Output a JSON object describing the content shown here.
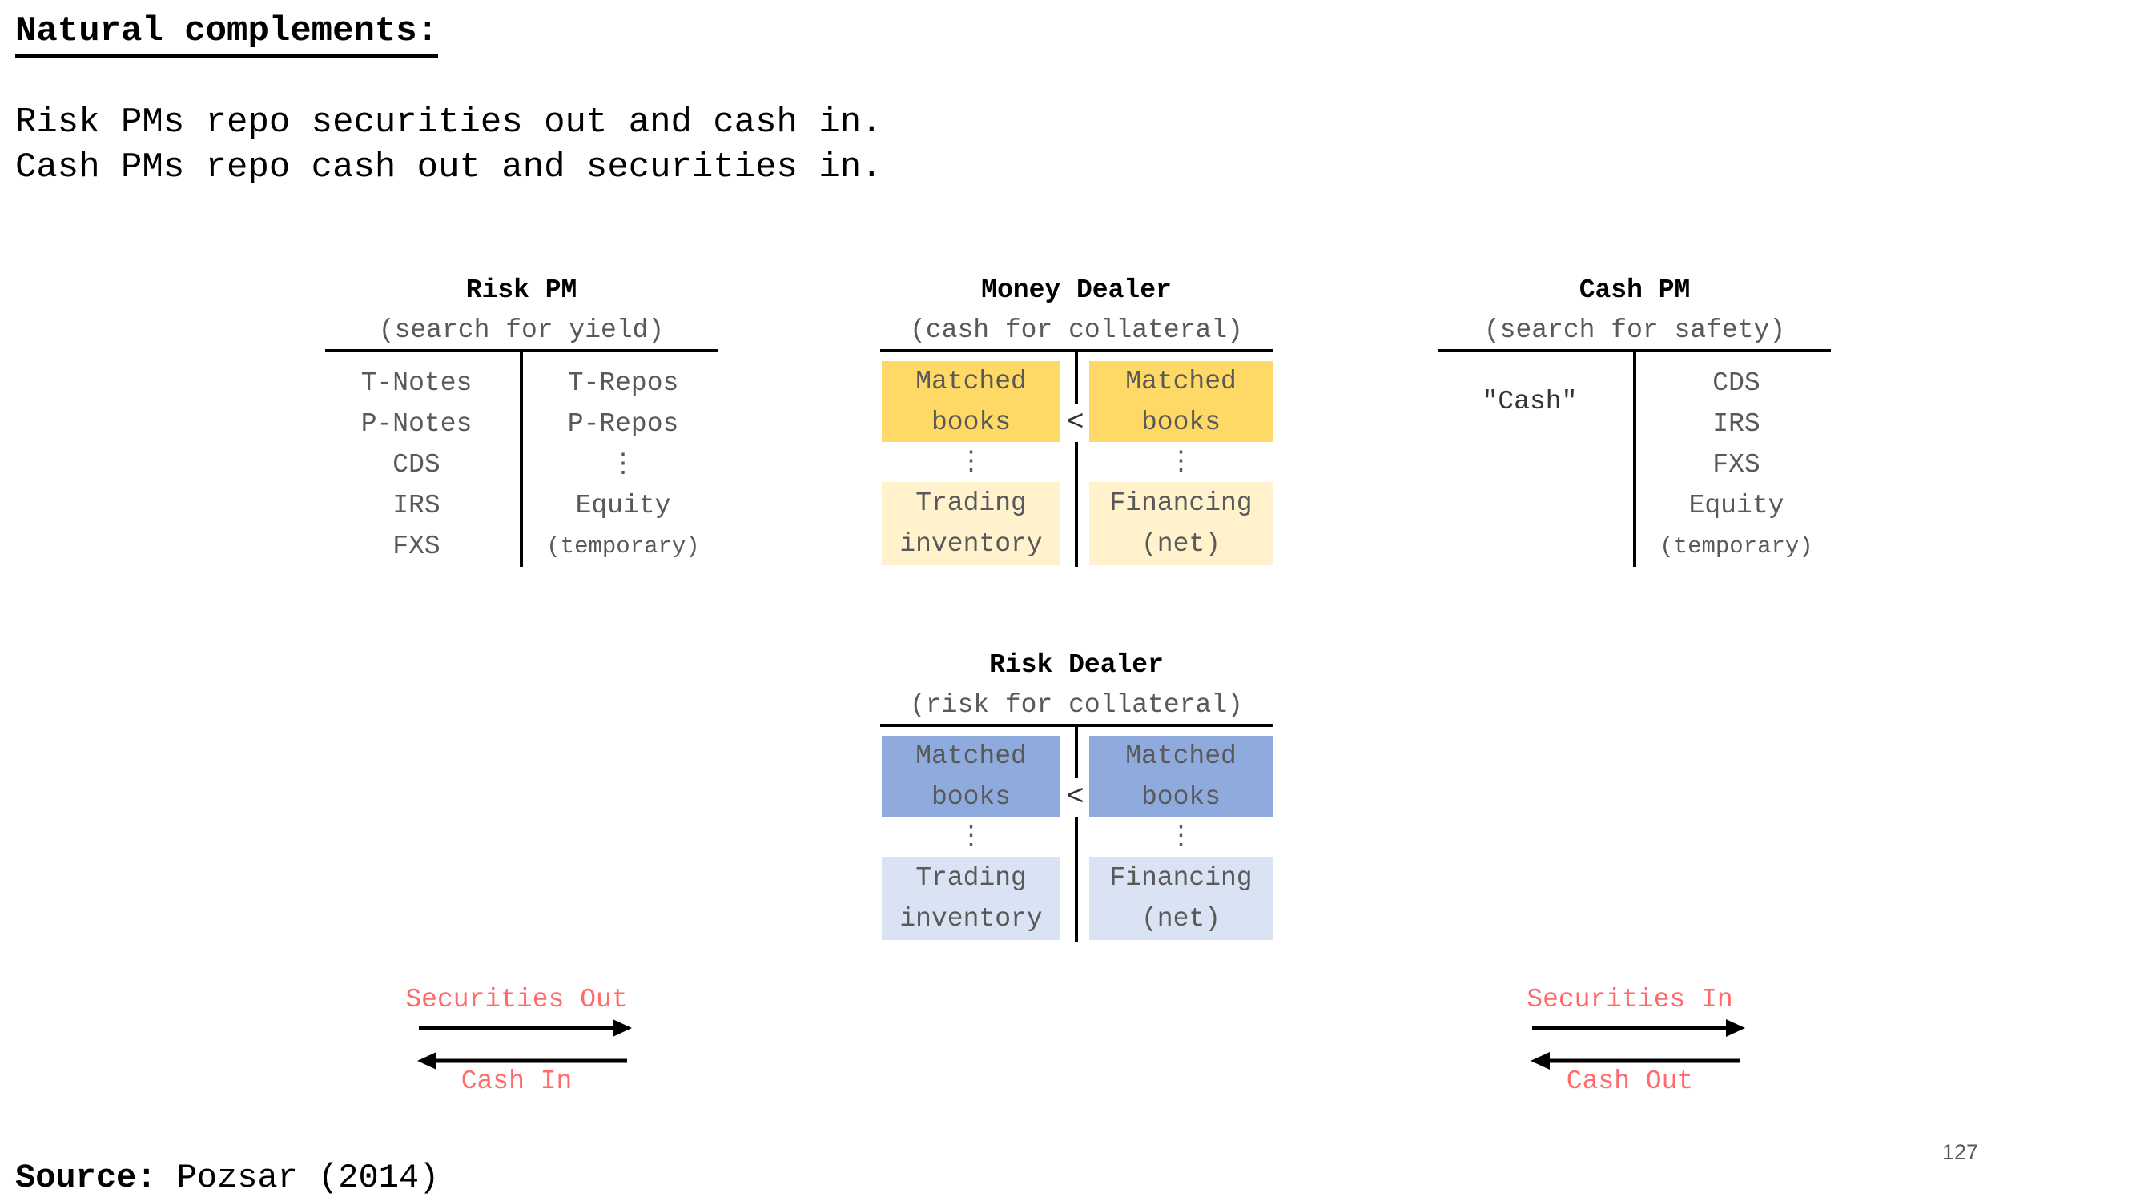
{
  "title": "Natural complements:",
  "intro": [
    "Risk PMs repo securities out and cash in.",
    "Cash PMs repo cash out and securities in."
  ],
  "risk_pm": {
    "title": "Risk PM",
    "subtitle": "(search for yield)",
    "left": [
      "T-Notes",
      "P-Notes",
      "CDS",
      "IRS",
      "FXS"
    ],
    "right": [
      "T-Repos",
      "P-Repos",
      "⋮",
      "Equity",
      "(temporary)"
    ]
  },
  "money_dealer": {
    "title": "Money Dealer",
    "subtitle": "(cash for collateral)",
    "top_left": "Matched books",
    "top_right": "Matched books",
    "bottom_left": "Trading inventory",
    "bottom_right": "Financing (net)",
    "compare": "<",
    "ellipsis": "⋮",
    "colors": {
      "top": "#ffd966",
      "bottom": "#fff2cc"
    }
  },
  "cash_pm": {
    "title": "Cash PM",
    "subtitle": "(search for safety)",
    "left": [
      "\"Cash\""
    ],
    "right": [
      "CDS",
      "IRS",
      "FXS",
      "Equity",
      "(temporary)"
    ]
  },
  "risk_dealer": {
    "title": "Risk Dealer",
    "subtitle": "(risk for collateral)",
    "top_left": "Matched books",
    "top_right": "Matched books",
    "bottom_left": "Trading inventory",
    "bottom_right": "Financing (net)",
    "compare": "<",
    "ellipsis": "⋮",
    "colors": {
      "top": "#8faadc",
      "bottom": "#dae3f3"
    }
  },
  "flows": {
    "left": {
      "top_label": "Securities Out",
      "bottom_label": "Cash In"
    },
    "right": {
      "top_label": "Securities In",
      "bottom_label": "Cash Out"
    },
    "label_color": "#ff6b6b"
  },
  "source": {
    "label": "Source:",
    "text": "Pozsar (2014)"
  },
  "page_number": "127"
}
